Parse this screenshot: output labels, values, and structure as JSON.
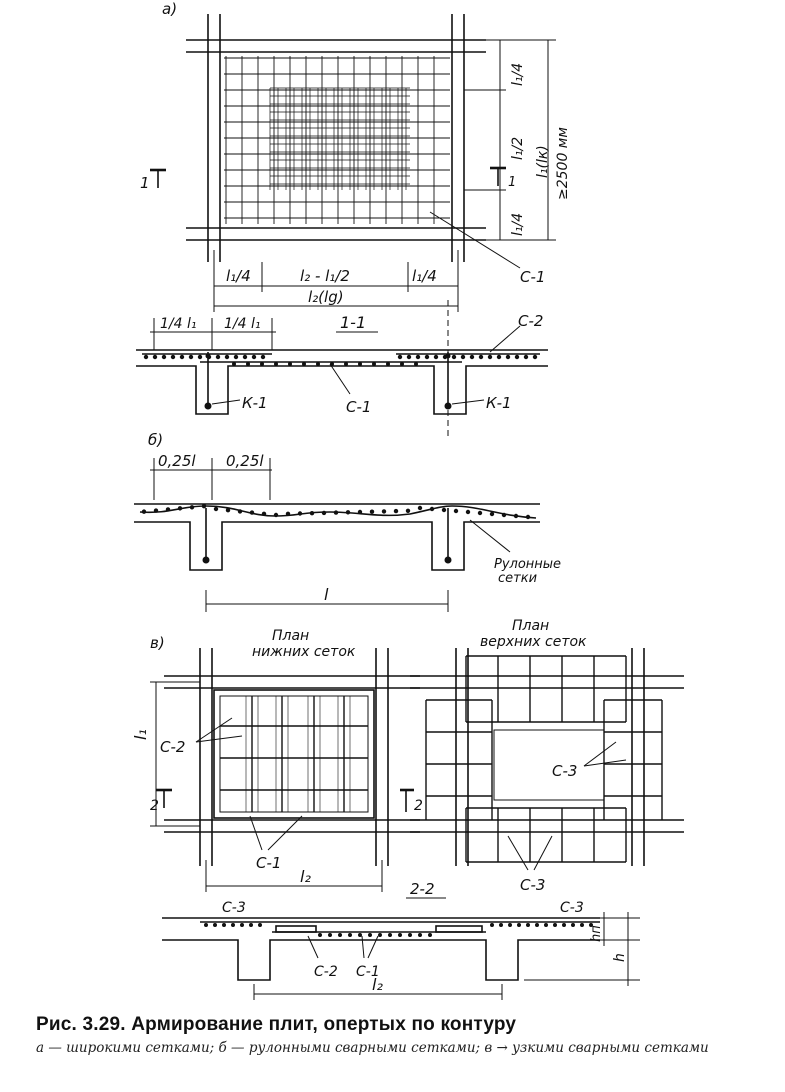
{
  "caption": {
    "title": "Рис. 3.29. Армирование плит, опертых по контуру",
    "description": "а — широкими сетками; б — рулонными сварными сетками; в → узкими сварными сетками"
  },
  "part_a": {
    "label": "а)",
    "dim_quarter": "l₁/4",
    "dim_half": "l₁/2",
    "dim_l1": "l₁(lк)",
    "dim_min": "≥2500 мм",
    "dim_x_quarter": "l₁/4",
    "dim_x_mid": "l₂ - l₁/2",
    "dim_l2": "l₂(lg)",
    "section_mark": "1",
    "mesh_label": "С-1"
  },
  "section_1_1": {
    "title": "1-1",
    "dim_a": "1/4 l₁",
    "dim_b": "1/4 l₁",
    "top_mesh": "С-2",
    "bottom_mesh": "С-1",
    "frame_left": "К-1",
    "frame_right": "К-1"
  },
  "part_b": {
    "label": "б)",
    "dim_a": "0,25l",
    "dim_b": "0,25l",
    "span": "l",
    "note_line1": "Рулонные",
    "note_line2": "сетки"
  },
  "part_c": {
    "label": "в)",
    "plan_lower_line1": "План",
    "plan_lower_line2": "нижних сеток",
    "plan_upper_line1": "План",
    "plan_upper_line2": "верхних сеток",
    "dim_l1": "l₁",
    "dim_l2": "l₂",
    "mesh_c1": "С-1",
    "mesh_c2": "С-2",
    "mesh_c3": "С-3",
    "section_mark": "2"
  },
  "section_2_2": {
    "title": "2-2",
    "mesh_c3_left": "С-3",
    "mesh_c3_right": "С-3",
    "mesh_c2": "С-2",
    "mesh_c1": "С-1",
    "dim_hn": "hп",
    "dim_h": "h",
    "dim_l2": "l₂"
  }
}
